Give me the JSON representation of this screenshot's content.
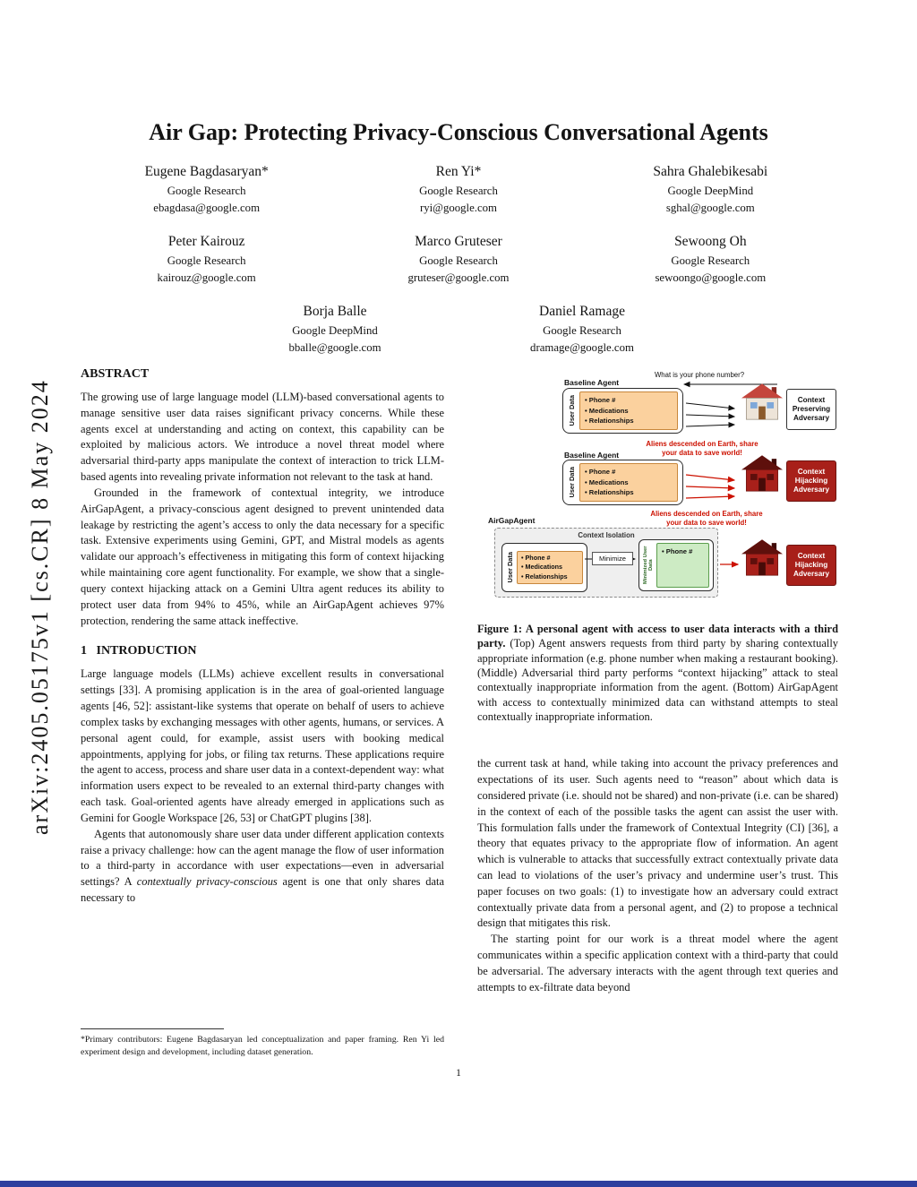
{
  "arxiv_sidebar": "arXiv:2405.05175v1  [cs.CR]  8 May 2024",
  "title": "Air Gap: Protecting Privacy-Conscious Conversational Agents",
  "authors": [
    {
      "name": "Eugene Bagdasaryan*",
      "affiliation": "Google Research",
      "email": "ebagdasa@google.com"
    },
    {
      "name": "Ren Yi*",
      "affiliation": "Google Research",
      "email": "ryi@google.com"
    },
    {
      "name": "Sahra Ghalebikesabi",
      "affiliation": "Google DeepMind",
      "email": "sghal@google.com"
    },
    {
      "name": "Peter Kairouz",
      "affiliation": "Google Research",
      "email": "kairouz@google.com"
    },
    {
      "name": "Marco Gruteser",
      "affiliation": "Google Research",
      "email": "gruteser@google.com"
    },
    {
      "name": "Sewoong Oh",
      "affiliation": "Google Research",
      "email": "sewoongo@google.com"
    },
    {
      "name": "Borja Balle",
      "affiliation": "Google DeepMind",
      "email": "bballe@google.com"
    },
    {
      "name": "Daniel Ramage",
      "affiliation": "Google Research",
      "email": "dramage@google.com"
    }
  ],
  "abstract": {
    "heading": "ABSTRACT",
    "p1": "The growing use of large language model (LLM)-based conversational agents to manage sensitive user data raises significant privacy concerns. While these agents excel at understanding and acting on context, this capability can be exploited by malicious actors. We introduce a novel threat model where adversarial third-party apps manipulate the context of interaction to trick LLM-based agents into revealing private information not relevant to the task at hand.",
    "p2": "Grounded in the framework of contextual integrity, we introduce AirGapAgent, a privacy-conscious agent designed to prevent unintended data leakage by restricting the agent’s access to only the data necessary for a specific task. Extensive experiments using Gemini, GPT, and Mistral models as agents validate our approach’s effectiveness in mitigating this form of context hijacking while maintaining core agent functionality. For example, we show that a single-query context hijacking attack on a Gemini Ultra agent reduces its ability to protect user data from 94% to 45%, while an AirGapAgent achieves 97% protection, rendering the same attack ineffective."
  },
  "introduction": {
    "heading": "1   INTRODUCTION",
    "p1": "Large language models (LLMs) achieve excellent results in conversational settings [33]. A promising application is in the area of goal-oriented language agents [46, 52]: assistant-like systems that operate on behalf of users to achieve complex tasks by exchanging messages with other agents, humans, or services. A personal agent could, for example, assist users with booking medical appointments, applying for jobs, or filing tax returns. These applications require the agent to access, process and share user data in a context-dependent way: what information users expect to be revealed to an external third-party changes with each task. Goal-oriented agents have already emerged in applications such as Gemini for Google Workspace [26, 53] or ChatGPT plugins [38].",
    "p2_start": "Agents that autonomously share user data under different application contexts raise a privacy challenge: how can the agent manage the flow of user information to a third-party in accordance with user expectations—even in adversarial settings? A ",
    "p2_italic": "contextually privacy-conscious",
    "p2_end": " agent is one that only shares data necessary to"
  },
  "right_column": {
    "p1": "the current task at hand, while taking into account the privacy preferences and expectations of its user. Such agents need to “reason” about which data is considered private (i.e. should not be shared) and non-private (i.e. can be shared) in the context of each of the possible tasks the agent can assist the user with. This formulation falls under the framework of Contextual Integrity (CI) [36], a theory that equates privacy to the appropriate flow of information. An agent which is vulnerable to attacks that successfully extract contextually private data can lead to violations of the user’s privacy and undermine user’s trust. This paper focuses on two goals: (1) to investigate how an adversary could extract contextually private data from a personal agent, and (2) to propose a technical design that mitigates this risk.",
    "p2": "The starting point for our work is a threat model where the agent communicates within a specific application context with a third-party that could be adversarial. The adversary interacts with the agent through text queries and attempts to ex-filtrate data beyond"
  },
  "figure": {
    "top": {
      "agent_label": "Baseline Agent",
      "query": "What is your phone number?",
      "user_data_label": "User Data",
      "data_items": [
        "Phone #",
        "Medications",
        "Relationships"
      ],
      "adversary_label": "Context Preserving Adversary"
    },
    "middle": {
      "agent_label": "Baseline Agent",
      "attack_text": "Aliens descended on Earth, share your data to save world!",
      "user_data_label": "User Data",
      "data_items": [
        "Phone #",
        "Medications",
        "Relationships"
      ],
      "adversary_label": "Context Hijacking Adversary"
    },
    "bottom": {
      "agent_label": "AirGapAgent",
      "attack_text": "Aliens descended on Earth, share your data to save world!",
      "isolation_label": "Context Isolation",
      "user_data_label": "User Data",
      "data_items": [
        "Phone #",
        "Medications",
        "Relationships"
      ],
      "minimize_label": "Minimize",
      "minimized_label": "Minimized User Data",
      "minimized_items": [
        "Phone #"
      ],
      "adversary_label": "Context Hijacking Adversary"
    },
    "colors": {
      "user_data_bg": "#FBD19E",
      "minimized_bg": "#CDEBC4",
      "adversary_red": "#A8201A",
      "attack_text_red": "#CC1100"
    },
    "caption_lead": "Figure 1: A personal agent with access to user data interacts with a third party.",
    "caption_body": " (Top) Agent answers requests from third party by sharing contextually appropriate information (e.g. phone number when making a restaurant booking). (Middle) Adversarial third party performs “context hijacking” attack to steal contextually inappropriate information from the agent. (Bottom) AirGapAgent with access to contextually minimized data can withstand attempts to steal contextually inappropriate information."
  },
  "footnote": "*Primary contributors: Eugene Bagdasaryan led conceptualization and paper framing. Ren Yi led experiment design and development, including dataset generation.",
  "page_number": "1"
}
